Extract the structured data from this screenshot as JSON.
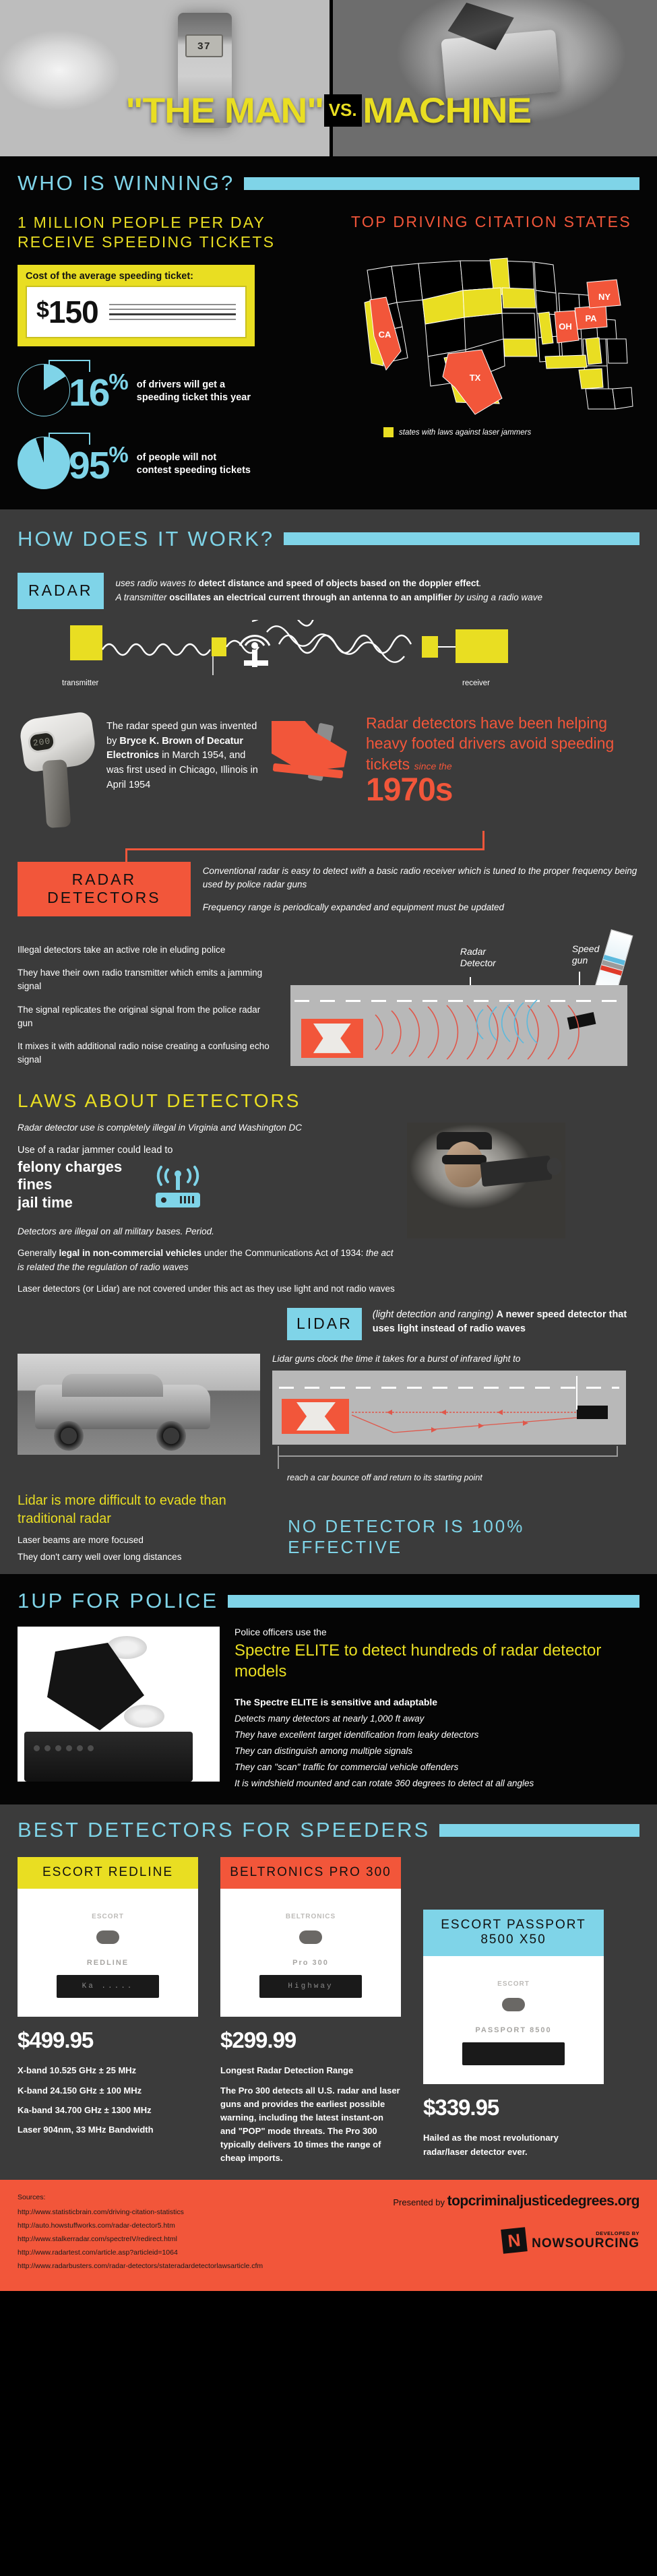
{
  "hero": {
    "title_left": "\"THE MAN\"",
    "vs": "VS.",
    "title_right": "MACHINE",
    "gun_reading": "37"
  },
  "section_who": {
    "heading": "WHO IS WINNING?",
    "stat_headline": "1 MILLION PEOPLE PER DAY\nRECEIVE SPEEDING TICKETS",
    "cost_label": "Cost of the average speeding ticket:",
    "cost_currency": "$",
    "cost_amount": "150",
    "stats": [
      {
        "value": "16",
        "unit": "%",
        "text": "of drivers will get a speeding ticket this year"
      },
      {
        "value": "95",
        "unit": "%",
        "text": "of people will not contest speeding tickets"
      }
    ],
    "map": {
      "title": "TOP DRIVING CITATION STATES",
      "labels": [
        "CA",
        "TX",
        "OH",
        "PA",
        "NY"
      ],
      "legend": "states with laws against laser jammers"
    }
  },
  "section_how": {
    "heading": "HOW DOES IT WORK?",
    "radar_tag": "RADAR",
    "radar_line1_a": "uses radio waves to ",
    "radar_line1_b": "detect distance and speed of objects based on the doppler effect",
    "radar_line1_c": ".",
    "radar_line2_a": "A transmitter ",
    "radar_line2_b": "oscillates an electrical current through an antenna to an amplifier",
    "radar_line2_c": " by using a radio wave",
    "transmitter_label": "transmitter",
    "receiver_label": "receiver",
    "invention_text_1": "The radar speed gun was invented by ",
    "invention_bold_1": "Bryce K. Brown of Decatur Electronics",
    "invention_text_2": " in March 1954, and was first used in Chicago, Illinois in April 1954",
    "speedgun_reading": "200",
    "decade_text": "Radar detectors have been helping heavy footed drivers avoid speeding tickets",
    "decade_small": "since the",
    "decade_big": "1970s",
    "detectors_tag": "RADAR DETECTORS",
    "detectors_p1": "Conventional radar is easy to detect with a basic radio receiver which is tuned to the proper frequency being used by police radar guns",
    "detectors_p2": "Frequency range is periodically expanded and equipment must be updated",
    "jammer_points": [
      "Illegal detectors take an active role in eluding police",
      "They have their own radio transmitter which emits a jamming signal",
      "The signal replicates the original signal from the police radar gun",
      "It mixes it with additional radio noise creating a confusing echo signal"
    ],
    "diagram_label_detector": "Radar\nDetector",
    "diagram_label_gun": "Speed\ngun"
  },
  "section_laws": {
    "heading": "LAWS ABOUT DETECTORS",
    "note": "Radar detector use is completely illegal in Virginia and Washington DC",
    "lead": "Use of a radar jammer could lead to",
    "consequences": [
      "felony charges",
      "fines",
      "jail time"
    ],
    "p_military": "Detectors are illegal on all military bases.  Period.",
    "p_legal_a": "Generally ",
    "p_legal_b": "legal in non-commercial vehicles",
    "p_legal_c": " under the Communications Act of 1934: ",
    "p_legal_d": "the act is related the the regulation of radio waves",
    "p_lidar": "Laser detectors (or Lidar) are not covered under this act as they use light and not radio waves"
  },
  "section_lidar": {
    "tag": "LIDAR",
    "desc_italic": "(light detection and ranging) ",
    "desc_bold": "A newer speed detector that uses light instead of radio waves",
    "caption_top": "Lidar guns clock the time it takes for a burst of infrared light to",
    "caption_bottom": "reach a car bounce off and return to its starting point",
    "headline": "Lidar is more difficult to evade than traditional radar",
    "points": [
      "Laser beams are more focused",
      "They don't carry well over long distances"
    ],
    "conclusion": "NO DETECTOR IS 100% EFFECTIVE"
  },
  "section_police": {
    "heading": "1UP FOR POLICE",
    "lead": "Police officers use the",
    "big": "Spectre ELITE to detect hundreds of radar detector models",
    "sub": "The Spectre ELITE is sensitive and adaptable",
    "points": [
      "Detects many detectors at nearly 1,000 ft away",
      "They have excellent target identification from leaky detectors",
      "They can distinguish among multiple signals",
      "They can \"scan\" traffic for commercial vehicle offenders",
      "It is windshield mounted and can rotate 360 degrees to detect at all angles"
    ]
  },
  "section_best": {
    "heading": "BEST DETECTORS FOR SPEEDERS",
    "products": [
      {
        "name": "ESCORT REDLINE",
        "header_color": "#e9de22",
        "price": "$499.95",
        "brand": "ESCORT",
        "model": "REDLINE",
        "screen": "Ka .....",
        "specs": [
          "X-band 10.525 GHz ± 25 MHz",
          "K-band 24.150 GHz ± 100 MHz",
          "Ka-band 34.700 GHz ± 1300 MHz",
          "Laser 904nm, 33 MHz Bandwidth"
        ]
      },
      {
        "name": "BELTRONICS PRO 300",
        "header_color": "#f2563a",
        "price": "$299.99",
        "brand": "BELTRONICS",
        "model": "Pro 300",
        "screen": "Highway",
        "specs": [
          "Longest Radar Detection Range",
          "The Pro 300 detects all U.S. radar and laser guns and provides the earliest possible warning, including the latest instant-on and \"POP\" mode threats. The Pro 300 typically delivers 10 times the range of cheap imports."
        ]
      },
      {
        "name": "ESCORT PASSPORT 8500 X50",
        "header_color": "#7fd4e8",
        "price": "$339.95",
        "brand": "ESCORT",
        "model": "PASSPORT 8500",
        "screen": "",
        "specs": [
          "Hailed as the most revolutionary radar/laser detector ever."
        ]
      }
    ]
  },
  "footer": {
    "sources_label": "Sources:",
    "sources": [
      "http://www.statisticbrain.com/driving-citation-statistics",
      "http://auto.howstuffworks.com/radar-detector5.htm",
      "http://www.stalkerradar.com/spectreIV/redirect.html",
      "http://www.radartest.com/article.asp?articleid=1064",
      "http://www.radarbusters.com/radar-detectors/stateradardetectorlawsarticle.cfm"
    ],
    "presented_by": "Presented by",
    "presenter": "topcriminaljusticedegrees.org",
    "developed_label": "DEVELOPED BY",
    "developer": "NOWSOURCING",
    "developer_mark": "N"
  },
  "colors": {
    "cyan": "#7fd4e8",
    "yellow": "#e9de22",
    "orange": "#f2563a",
    "dark": "#3b3b3b",
    "black": "#050505"
  }
}
